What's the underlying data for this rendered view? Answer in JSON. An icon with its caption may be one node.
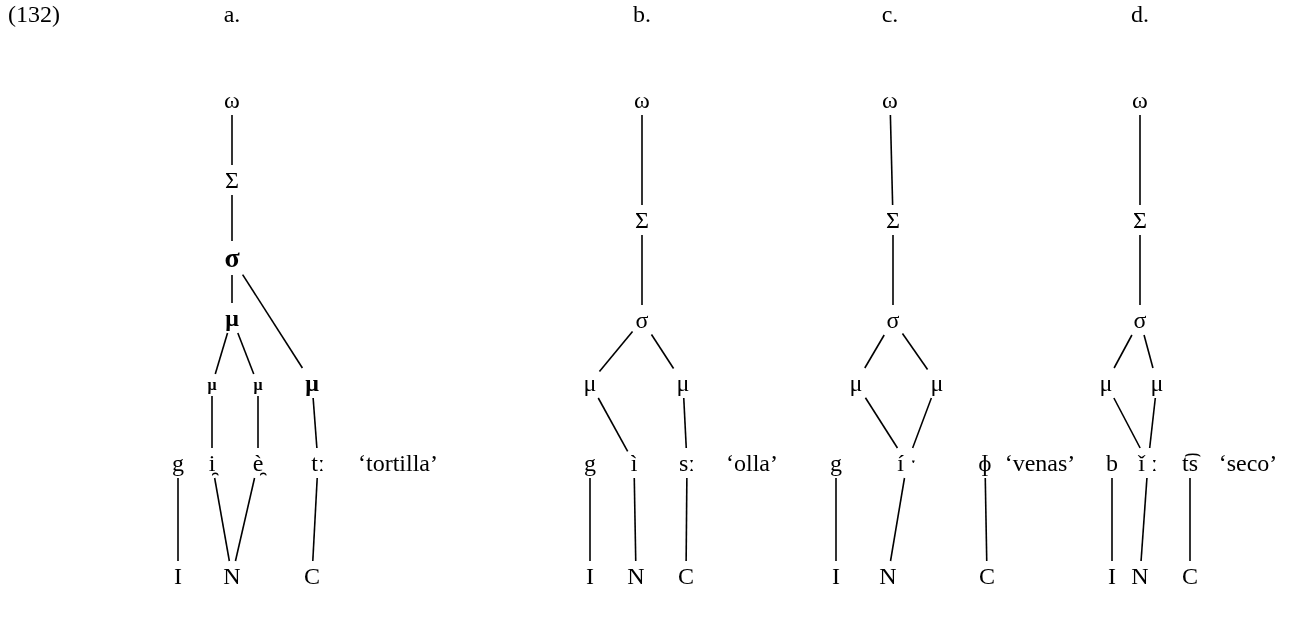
{
  "diagram": {
    "nodes": [
      {
        "text": [
          "ω"
        ]
      },
      {
        "text": [
          "Σ"
        ]
      },
      {
        "text": [
          "σ"
        ]
      },
      {
        "text": [
          "μ"
        ]
      },
      {
        "text": [
          "μ"
        ]
      },
      {
        "text": [
          "μ"
        ]
      },
      {
        "text": [
          "μ"
        ]
      },
      {
        "text": [
          "g"
        ]
      },
      {
        "text": [
          "i̯"
        ]
      },
      {
        "text": [
          "è̯"
        ]
      },
      {
        "text": [
          "tː"
        ]
      },
      {
        "text": [
          "I"
        ]
      },
      {
        "text": [
          "N"
        ]
      },
      {
        "text": [
          "C"
        ]
      },
      {
        "text": [
          "ω"
        ]
      },
      {
        "text": [
          "Σ"
        ]
      },
      {
        "text": [
          "σ"
        ]
      },
      {
        "text": [
          "μ"
        ]
      },
      {
        "text": [
          "μ"
        ]
      },
      {
        "text": [
          "g"
        ]
      },
      {
        "text": [
          "ì"
        ]
      },
      {
        "text": [
          "sː"
        ]
      },
      {
        "text": [
          "I"
        ]
      },
      {
        "text": [
          "N"
        ]
      },
      {
        "text": [
          "C"
        ]
      },
      {
        "text": [
          "ω"
        ]
      },
      {
        "text": [
          "Σ"
        ]
      },
      {
        "text": [
          "σ"
        ]
      },
      {
        "text": [
          "μ"
        ]
      },
      {
        "text": [
          "μ"
        ]
      },
      {
        "text": [
          "g"
        ]
      },
      {
        "text": [
          "í ˑ"
        ]
      },
      {
        "text": [
          "ɸ"
        ]
      },
      {
        "text": [
          "I"
        ]
      },
      {
        "text": [
          "N"
        ]
      },
      {
        "text": [
          "C"
        ]
      },
      {
        "text": [
          "ω"
        ]
      },
      {
        "text": [
          "Σ"
        ]
      },
      {
        "text": [
          "σ"
        ]
      },
      {
        "text": [
          "μ"
        ]
      },
      {
        "text": [
          "μ"
        ]
      },
      {
        "text": [
          "b"
        ]
      },
      {
        "text": [
          "ǐ ː"
        ]
      },
      {
        "text": [
          "t͡s"
        ]
      },
      {
        "text": [
          "I"
        ]
      },
      {
        "text": [
          "N"
        ]
      },
      {
        "text": [
          "C"
        ]
      }
    ],
    "edges": [
      {
        "from": 0,
        "to": 1,
        "arrow": "none"
      },
      {
        "from": 1,
        "to": 2,
        "arrow": "none"
      },
      {
        "from": 2,
        "to": 3,
        "arrow": "none"
      },
      {
        "from": 2,
        "to": 6,
        "arrow": "none"
      },
      {
        "from": 3,
        "to": 4,
        "arrow": "none"
      },
      {
        "from": 3,
        "to": 5,
        "arrow": "none"
      },
      {
        "from": 4,
        "to": 8,
        "arrow": "none"
      },
      {
        "from": 5,
        "to": 9,
        "arrow": "none"
      },
      {
        "from": 6,
        "to": 10,
        "arrow": "none"
      },
      {
        "from": 7,
        "to": 11,
        "arrow": "none"
      },
      {
        "from": 8,
        "to": 12,
        "arrow": "none"
      },
      {
        "from": 9,
        "to": 12,
        "arrow": "none"
      },
      {
        "from": 10,
        "to": 13,
        "arrow": "none"
      },
      {
        "from": 14,
        "to": 15,
        "arrow": "none"
      },
      {
        "from": 15,
        "to": 16,
        "arrow": "none"
      },
      {
        "from": 16,
        "to": 17,
        "arrow": "none"
      },
      {
        "from": 16,
        "to": 18,
        "arrow": "none"
      },
      {
        "from": 17,
        "to": 20,
        "arrow": "none"
      },
      {
        "from": 18,
        "to": 21,
        "arrow": "none"
      },
      {
        "from": 19,
        "to": 22,
        "arrow": "none"
      },
      {
        "from": 20,
        "to": 23,
        "arrow": "none"
      },
      {
        "from": 21,
        "to": 24,
        "arrow": "none"
      },
      {
        "from": 25,
        "to": 26,
        "arrow": "none"
      },
      {
        "from": 26,
        "to": 27,
        "arrow": "none"
      },
      {
        "from": 27,
        "to": 28,
        "arrow": "none"
      },
      {
        "from": 27,
        "to": 29,
        "arrow": "none"
      },
      {
        "from": 28,
        "to": 31,
        "arrow": "none"
      },
      {
        "from": 29,
        "to": 31,
        "arrow": "none"
      },
      {
        "from": 30,
        "to": 33,
        "arrow": "none"
      },
      {
        "from": 31,
        "to": 34,
        "arrow": "none"
      },
      {
        "from": 32,
        "to": 35,
        "arrow": "none"
      },
      {
        "from": 36,
        "to": 37,
        "arrow": "none"
      },
      {
        "from": 37,
        "to": 38,
        "arrow": "none"
      },
      {
        "from": 38,
        "to": 39,
        "arrow": "none"
      },
      {
        "from": 38,
        "to": 40,
        "arrow": "none"
      },
      {
        "from": 39,
        "to": 42,
        "arrow": "none"
      },
      {
        "from": 40,
        "to": 42,
        "arrow": "none"
      },
      {
        "from": 41,
        "to": 44,
        "arrow": "none"
      },
      {
        "from": 42,
        "to": 45,
        "arrow": "none"
      },
      {
        "from": 43,
        "to": 46,
        "arrow": "none"
      }
    ],
    "labels": [
      "(132)",
      "a.",
      "b.",
      "c.",
      "d.",
      "‘tortilla’",
      "‘olla’",
      "‘venas’",
      "‘seco’"
    ]
  }
}
